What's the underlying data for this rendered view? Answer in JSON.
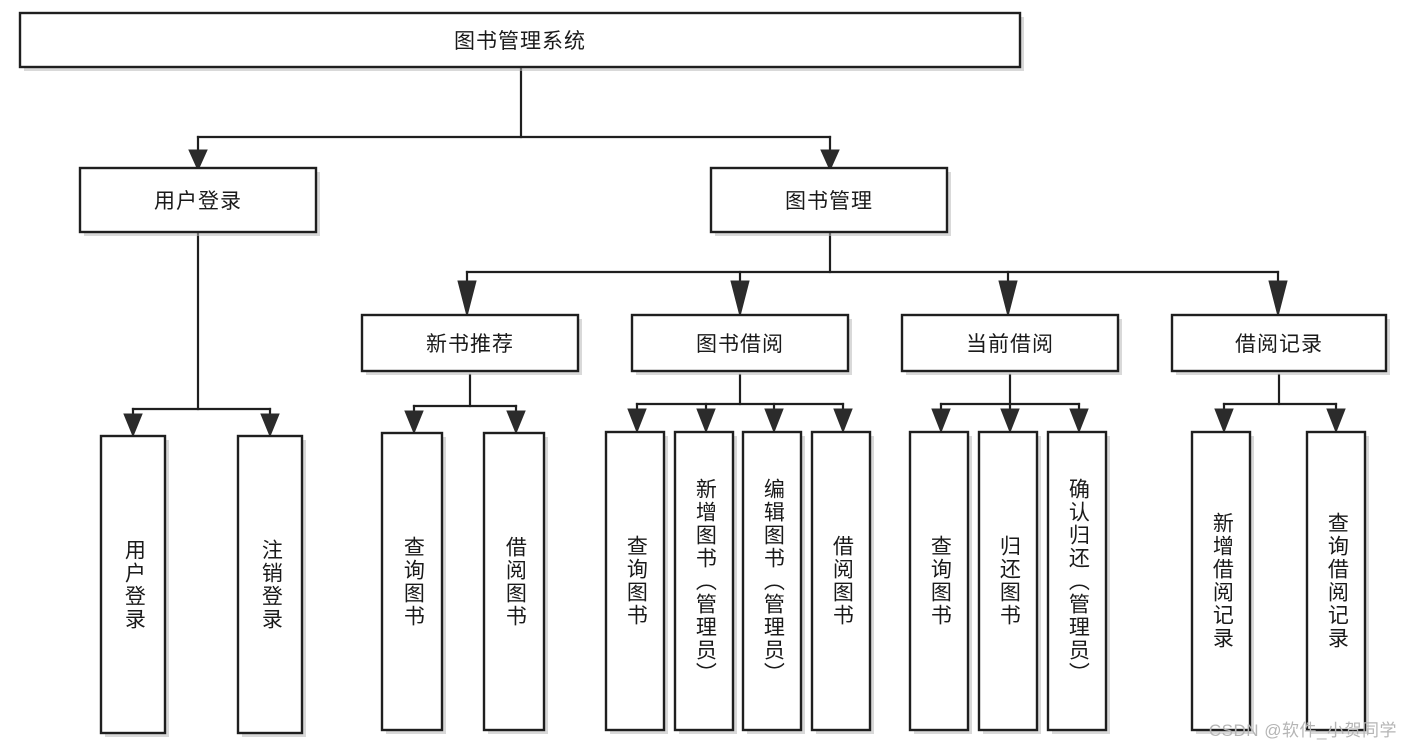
{
  "diagram": {
    "title": "图书管理系统",
    "type": "hierarchical-tree",
    "watermark": "CSDN @软件_小贺同学",
    "colors": {
      "box_fill": "#ffffff",
      "box_stroke": "#1f1f1f",
      "connector": "#1f1f1f",
      "text": "#1a1a1a",
      "watermark": "#b5b5b5"
    },
    "root": {
      "id": "root",
      "label": "图书管理系统",
      "orientation": "horizontal"
    },
    "level2": [
      {
        "id": "user-login",
        "label": "用户登录",
        "orientation": "horizontal"
      },
      {
        "id": "book-manage",
        "label": "图书管理",
        "orientation": "horizontal"
      }
    ],
    "level3": [
      {
        "id": "new-book-recommend",
        "label": "新书推荐",
        "orientation": "horizontal",
        "parent": "book-manage"
      },
      {
        "id": "book-borrow",
        "label": "图书借阅",
        "orientation": "horizontal",
        "parent": "book-manage"
      },
      {
        "id": "current-borrow",
        "label": "当前借阅",
        "orientation": "horizontal",
        "parent": "book-manage"
      },
      {
        "id": "borrow-record",
        "label": "借阅记录",
        "orientation": "horizontal",
        "parent": "book-manage"
      }
    ],
    "leaves": [
      {
        "id": "leaf-user-login",
        "label": "用户登录",
        "orientation": "vertical",
        "parent": "user-login"
      },
      {
        "id": "leaf-logout",
        "label": "注销登录",
        "orientation": "vertical",
        "parent": "user-login"
      },
      {
        "id": "leaf-query-book-1",
        "label": "查询图书",
        "orientation": "vertical",
        "parent": "new-book-recommend"
      },
      {
        "id": "leaf-borrow-book-1",
        "label": "借阅图书",
        "orientation": "vertical",
        "parent": "new-book-recommend"
      },
      {
        "id": "leaf-query-book-2",
        "label": "查询图书",
        "orientation": "vertical",
        "parent": "book-borrow"
      },
      {
        "id": "leaf-add-book",
        "label": "新增图书（管理员）",
        "orientation": "vertical",
        "parent": "book-borrow"
      },
      {
        "id": "leaf-edit-book",
        "label": "编辑图书（管理员）",
        "orientation": "vertical",
        "parent": "book-borrow"
      },
      {
        "id": "leaf-borrow-book-2",
        "label": "借阅图书",
        "orientation": "vertical",
        "parent": "book-borrow"
      },
      {
        "id": "leaf-query-book-3",
        "label": "查询图书",
        "orientation": "vertical",
        "parent": "current-borrow"
      },
      {
        "id": "leaf-return-book",
        "label": "归还图书",
        "orientation": "vertical",
        "parent": "current-borrow"
      },
      {
        "id": "leaf-confirm-return",
        "label": "确认归还（管理员）",
        "orientation": "vertical",
        "parent": "current-borrow"
      },
      {
        "id": "leaf-add-record",
        "label": "新增借阅记录",
        "orientation": "vertical",
        "parent": "borrow-record"
      },
      {
        "id": "leaf-query-record",
        "label": "查询借阅记录",
        "orientation": "vertical",
        "parent": "borrow-record"
      }
    ]
  }
}
